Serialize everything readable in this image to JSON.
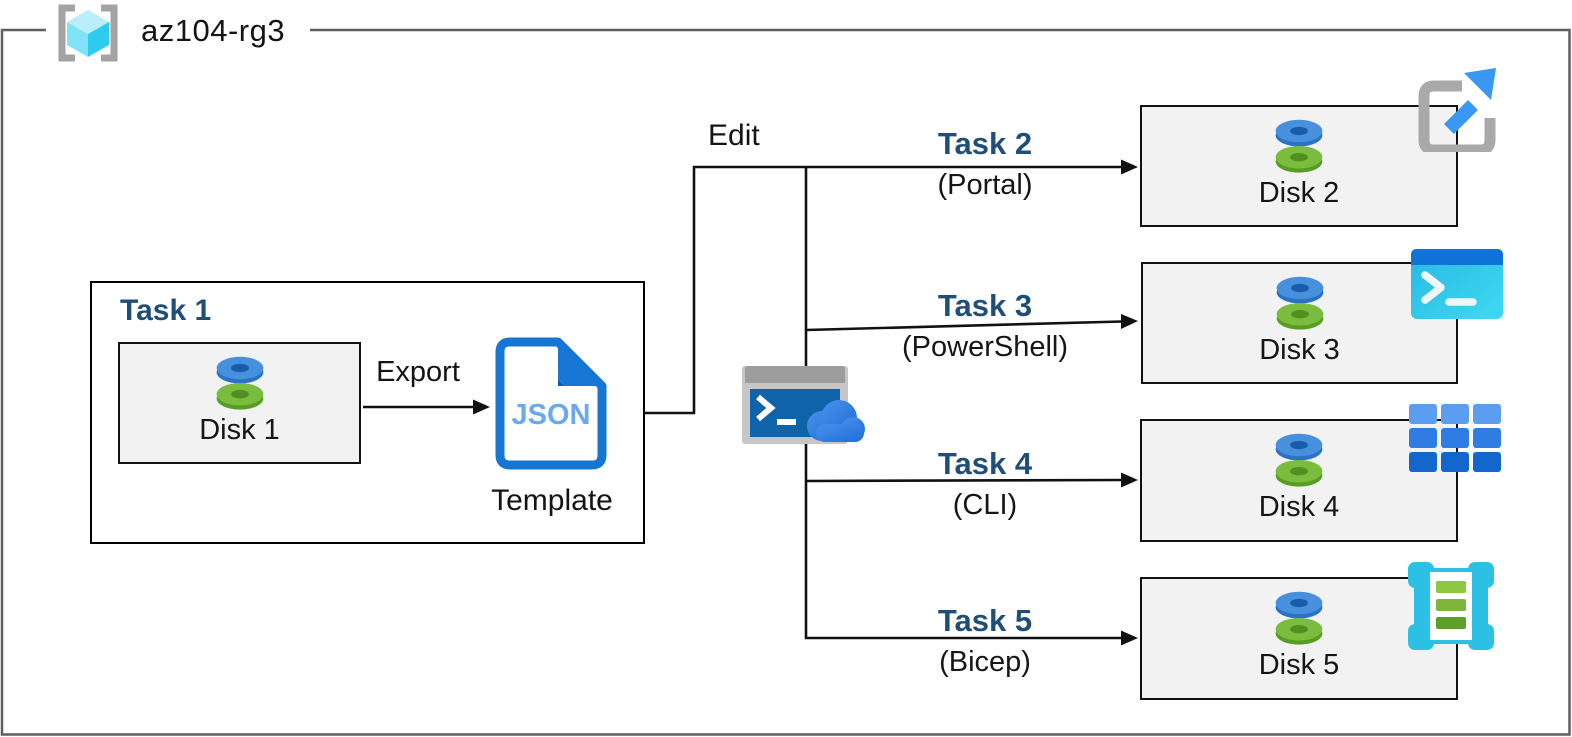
{
  "resource_group": {
    "name": "az104-rg3",
    "icon": "resource-group-icon"
  },
  "task1": {
    "label": "Task 1",
    "disk": {
      "label": "Disk 1",
      "icon": "managed-disk-icon"
    },
    "export_label": "Export",
    "template": {
      "file_type": "JSON",
      "label": "Template",
      "icon": "json-file-icon"
    }
  },
  "edit_label": "Edit",
  "tasks": [
    {
      "label": "Task 2",
      "method": "(Portal)",
      "disk": {
        "label": "Disk 2",
        "icon": "managed-disk-icon"
      },
      "method_icon": "portal-icon"
    },
    {
      "label": "Task 3",
      "method": "(PowerShell)",
      "disk": {
        "label": "Disk 3",
        "icon": "managed-disk-icon"
      },
      "method_icon": "powershell-icon"
    },
    {
      "label": "Task 4",
      "method": "(CLI)",
      "disk": {
        "label": "Disk 4",
        "icon": "managed-disk-icon"
      },
      "method_icon": "cli-icon"
    },
    {
      "label": "Task 5",
      "method": "(Bicep)",
      "disk": {
        "label": "Disk 5",
        "icon": "managed-disk-icon"
      },
      "method_icon": "bicep-icon"
    }
  ],
  "middle_icon": "cloud-shell-icon",
  "colors": {
    "accent_navy": "#1f4e79",
    "box_fill": "#f2f2f2",
    "connector_line": "#111111",
    "outer_border_gray": "#5f5f5f",
    "azure_blue": "#1776d3",
    "cyan": "#2bc0e4",
    "disk_blue": "#4690dd",
    "disk_green": "#7abd3e"
  }
}
